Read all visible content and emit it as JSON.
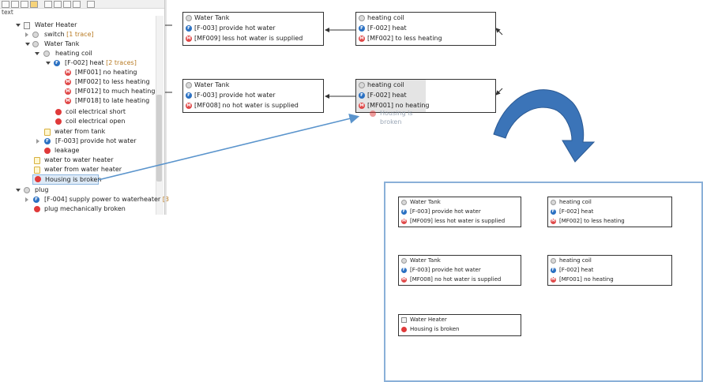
{
  "tree": {
    "filter_placeholder": "text",
    "items": [
      {
        "label": "Water Heater"
      },
      {
        "label": "switch",
        "trace": "[1 trace]"
      },
      {
        "label": "Water Tank"
      },
      {
        "label": "heating coil"
      },
      {
        "label": "[F-002] heat",
        "trace": "[2 traces]"
      },
      {
        "label": "[MF001] no heating"
      },
      {
        "label": "[MF002] to less heating"
      },
      {
        "label": "[MF012] to much heating"
      },
      {
        "label": "[MF018] to late heating"
      },
      {
        "label": "coil electrical short"
      },
      {
        "label": "coil electrical open"
      },
      {
        "label": "water from tank"
      },
      {
        "label": "[F-003] provide hot water"
      },
      {
        "label": "leakage"
      },
      {
        "label": "water to water heater"
      },
      {
        "label": "water from water heater"
      },
      {
        "label": "Housing is broken"
      },
      {
        "label": "plug"
      },
      {
        "label": "[F-004] supply power to waterheater",
        "trace": "[3"
      },
      {
        "label": "plug mechanically broken"
      }
    ]
  },
  "diagram_top": {
    "block1": {
      "title": "Water Tank",
      "func": "[F-003] provide hot water",
      "mf": "[MF009] less hot water is supplied"
    },
    "block2": {
      "title": "heating coil",
      "func": "[F-002] heat",
      "mf": "[MF002] to less heating"
    },
    "block3": {
      "title": "Water Tank",
      "func": "[F-003] provide hot water",
      "mf": "[MF008] no hot water is supplied"
    },
    "block4": {
      "title": "heating coil",
      "func": "[F-002] heat",
      "mf": "[MF001] no heating"
    },
    "drag_label": "Housing is broken"
  },
  "diagram_result": {
    "block1": {
      "title": "Water Tank",
      "func": "[F-003] provide hot water",
      "mf": "[MF009] less hot water is supplied"
    },
    "block2": {
      "title": "heating coil",
      "func": "[F-002] heat",
      "mf": "[MF002] to less heating"
    },
    "block3": {
      "title": "Water Tank",
      "func": "[F-003] provide hot water",
      "mf": "[MF008] no hot water is supplied"
    },
    "block4": {
      "title": "heating coil",
      "func": "[F-002] heat",
      "mf": "[MF001] no heating"
    },
    "block5": {
      "title": "Water Heater",
      "mf": "Housing is broken"
    }
  },
  "icon_letters": {
    "function": "F",
    "malfunction": "M"
  },
  "colors": {
    "function_icon": "#2a70c2",
    "malfunction_icon": "#e04848",
    "big_arrow": "#3b74b8",
    "drag_line": "#5a94cc",
    "trace": "#b87a22"
  }
}
